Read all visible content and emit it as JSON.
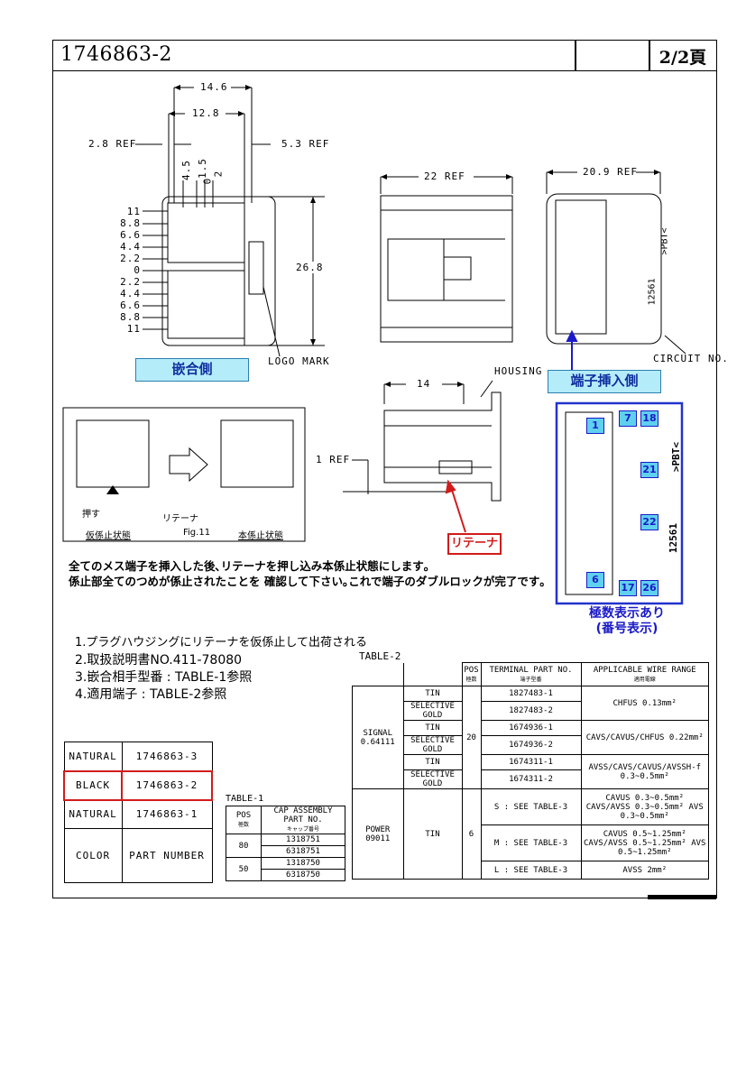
{
  "header": {
    "part_number": "1746863-2",
    "page": "2/2頁"
  },
  "dims": {
    "top_width": "14.6",
    "inner_width": "12.8",
    "ref_left": "2.8 REF",
    "ref_right": "5.3 REF",
    "col_45": "4.5",
    "col_15": "1.5",
    "col_0": "0",
    "col_2": "2",
    "rows": [
      "11",
      "8.8",
      "6.6",
      "4.4",
      "2.2",
      "0",
      "2.2",
      "4.4",
      "6.6",
      "8.8",
      "11"
    ],
    "height": "26.8",
    "logo": "LOGO MARK",
    "side_ref": "22 REF",
    "rear_ref": "20.9 REF",
    "circuit": "CIRCUIT NO.",
    "housing": "HOUSING",
    "side14": "14",
    "iref": "1 REF"
  },
  "labels": {
    "mating_side": "嵌合側",
    "insertion_side": "端子挿入側",
    "retainer": "リテーナ",
    "pbt": ">PBT<",
    "code": "12561"
  },
  "fig11": {
    "push": "押す",
    "retainer": "リテーナ",
    "temp": "仮係止状態",
    "fig": "Fig.11",
    "final": "本係止状態"
  },
  "notes": {
    "line1": "全てのメス端子を挿入した後､リテーナを押し込み本係止状態にします｡",
    "line2": "係止部全てのつめが係止されたことを 確認して下さい｡これで端子のダブルロックが完了です｡"
  },
  "pin_info": {
    "line1": "極数表示あり",
    "line2": "(番号表示)",
    "pins": [
      "1",
      "7",
      "18",
      "21",
      "22",
      "6",
      "17",
      "26"
    ]
  },
  "list": {
    "items": [
      "1.プラグハウジングにリテーナを仮係止して出荷される",
      "2.取扱説明書NO.411-78080",
      "3.嵌合相手型番 : TABLE-1参照",
      "4.適用端子 : TABLE-2参照"
    ]
  },
  "table1": {
    "rows": [
      {
        "color": "NATURAL",
        "part": "1746863-3"
      },
      {
        "color": "BLACK",
        "part": "1746863-2"
      },
      {
        "color": "NATURAL",
        "part": "1746863-1"
      }
    ],
    "head_color": "COLOR",
    "head_part": "PART NUMBER"
  },
  "table2": {
    "title": "TABLE-1",
    "head_pos": "POS",
    "head_pos_jp": "極数",
    "head_cap": "CAP ASSEMBLY PART NO.",
    "head_cap_jp": "キャップ番号",
    "rows": [
      {
        "pos": "80",
        "parts": [
          "1318751",
          "6318751"
        ]
      },
      {
        "pos": "50",
        "parts": [
          "1318750",
          "6318750"
        ]
      }
    ]
  },
  "table3": {
    "title": "TABLE-2",
    "head_pos": "POS",
    "head_pos_jp": "極数",
    "head_term": "TERMINAL PART NO.",
    "head_term_jp": "端子型番",
    "head_wire": "APPLICABLE WIRE RANGE",
    "head_wire_jp": "適用電線",
    "signal": "SIGNAL 0.64111",
    "signal_pos": "20",
    "power": "POWER 09011",
    "power_pos": "6",
    "power_plating": "TIN",
    "sig_rows": [
      {
        "plating": "TIN",
        "part": "1827483-1"
      },
      {
        "plating": "SELECTIVE GOLD",
        "part": "1827483-2"
      },
      {
        "plating": "TIN",
        "part": "1674936-1"
      },
      {
        "plating": "SELECTIVE GOLD",
        "part": "1674936-2"
      },
      {
        "plating": "TIN",
        "part": "1674311-1"
      },
      {
        "plating": "SELECTIVE GOLD",
        "part": "1674311-2"
      }
    ],
    "sig_wires": [
      "CHFUS 0.13mm²",
      "CAVS/CAVUS/CHFUS 0.22mm²",
      "AVSS/CAVS/CAVUS/AVSSH-f 0.3~0.5mm²"
    ],
    "pow_rows": [
      {
        "part": "S : SEE TABLE-3",
        "wire": "CAVUS 0.3~0.5mm² CAVS/AVSS 0.3~0.5mm² AVS 0.3~0.5mm²"
      },
      {
        "part": "M : SEE TABLE-3",
        "wire": "CAVUS 0.5~1.25mm² CAVS/AVSS 0.5~1.25mm² AVS 0.5~1.25mm²"
      },
      {
        "part": "L : SEE TABLE-3",
        "wire": "AVSS 2mm²"
      }
    ]
  }
}
